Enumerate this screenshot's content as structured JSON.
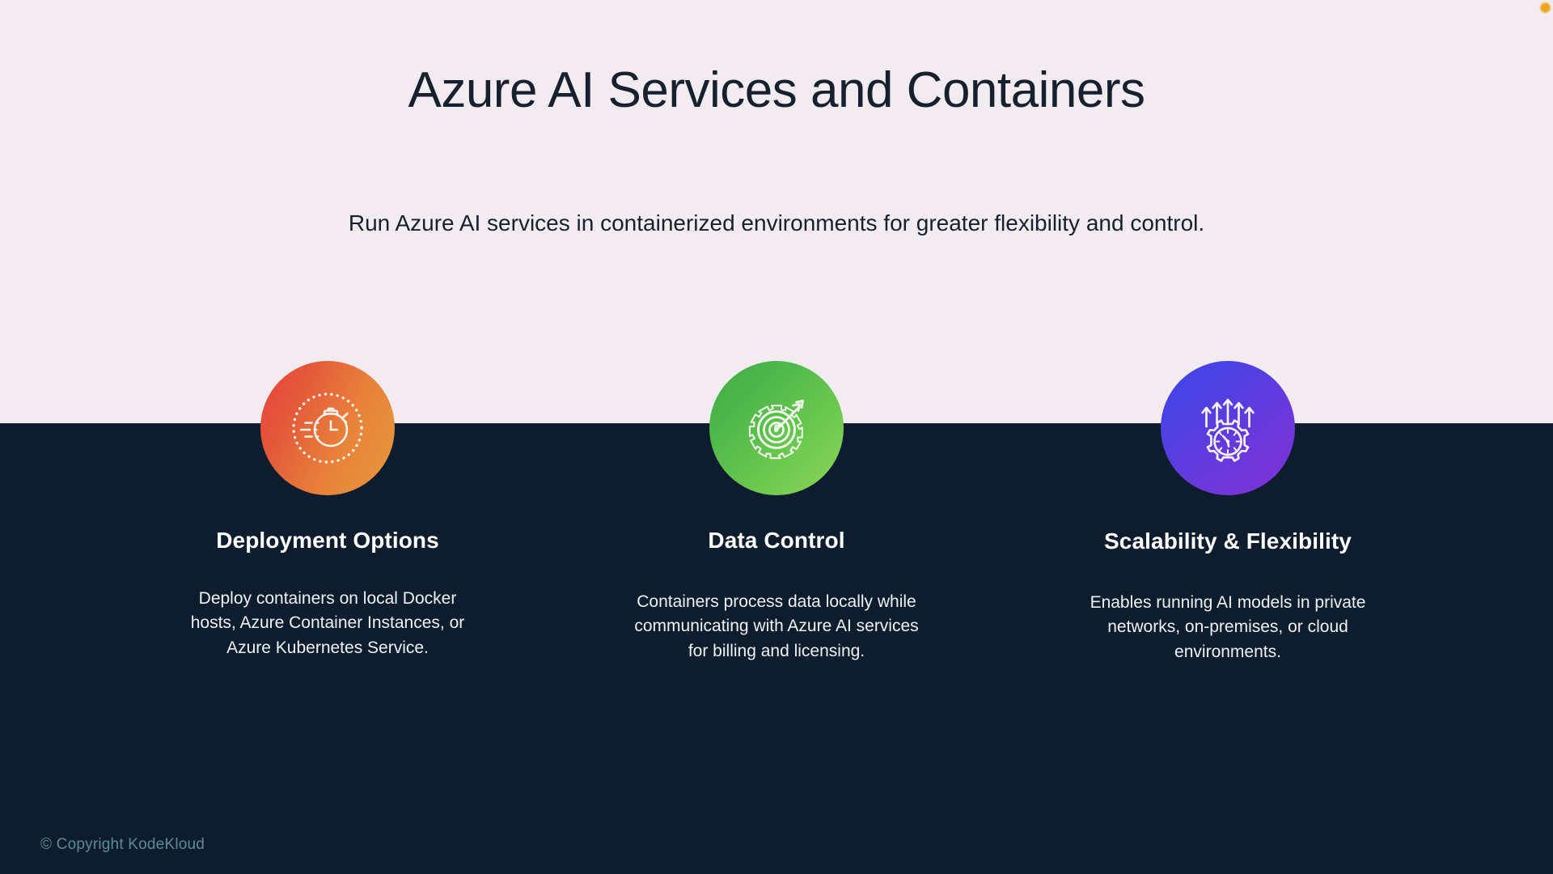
{
  "slide": {
    "title": "Azure AI Services and Containers",
    "subtitle": "Run Azure AI services in containerized environments for greater flexibility and control.",
    "footer": "© Copyright KodeKloud",
    "colors": {
      "background_top": "#f2ecf1",
      "background_bottom": "#0e1d2e",
      "title_text": "#16202f",
      "card_title_text": "#ffffff",
      "card_body_text": "#eef2f5",
      "footer_text": "#5d8a9b",
      "corner_dot": "#e8a317"
    }
  },
  "cards": [
    {
      "title": "Deployment Options",
      "body": "Deploy containers on local Docker hosts, Azure Container Instances, or Azure Kubernetes Service.",
      "icon": "stopwatch-speed-icon",
      "gradient_from": "#e8403f",
      "gradient_to": "#e5983b"
    },
    {
      "title": "Data Control",
      "body": "Containers process data locally while communicating with Azure AI services for billing and licensing.",
      "icon": "gear-target-arrow-icon",
      "gradient_from": "#3fa845",
      "gradient_to": "#8ed45a"
    },
    {
      "title": "Scalability & Flexibility",
      "body": "Enables running AI models in private networks, on-premises, or cloud environments.",
      "icon": "gear-gauge-growth-arrows-icon",
      "gradient_from": "#3f46e8",
      "gradient_to": "#8130d4"
    }
  ]
}
